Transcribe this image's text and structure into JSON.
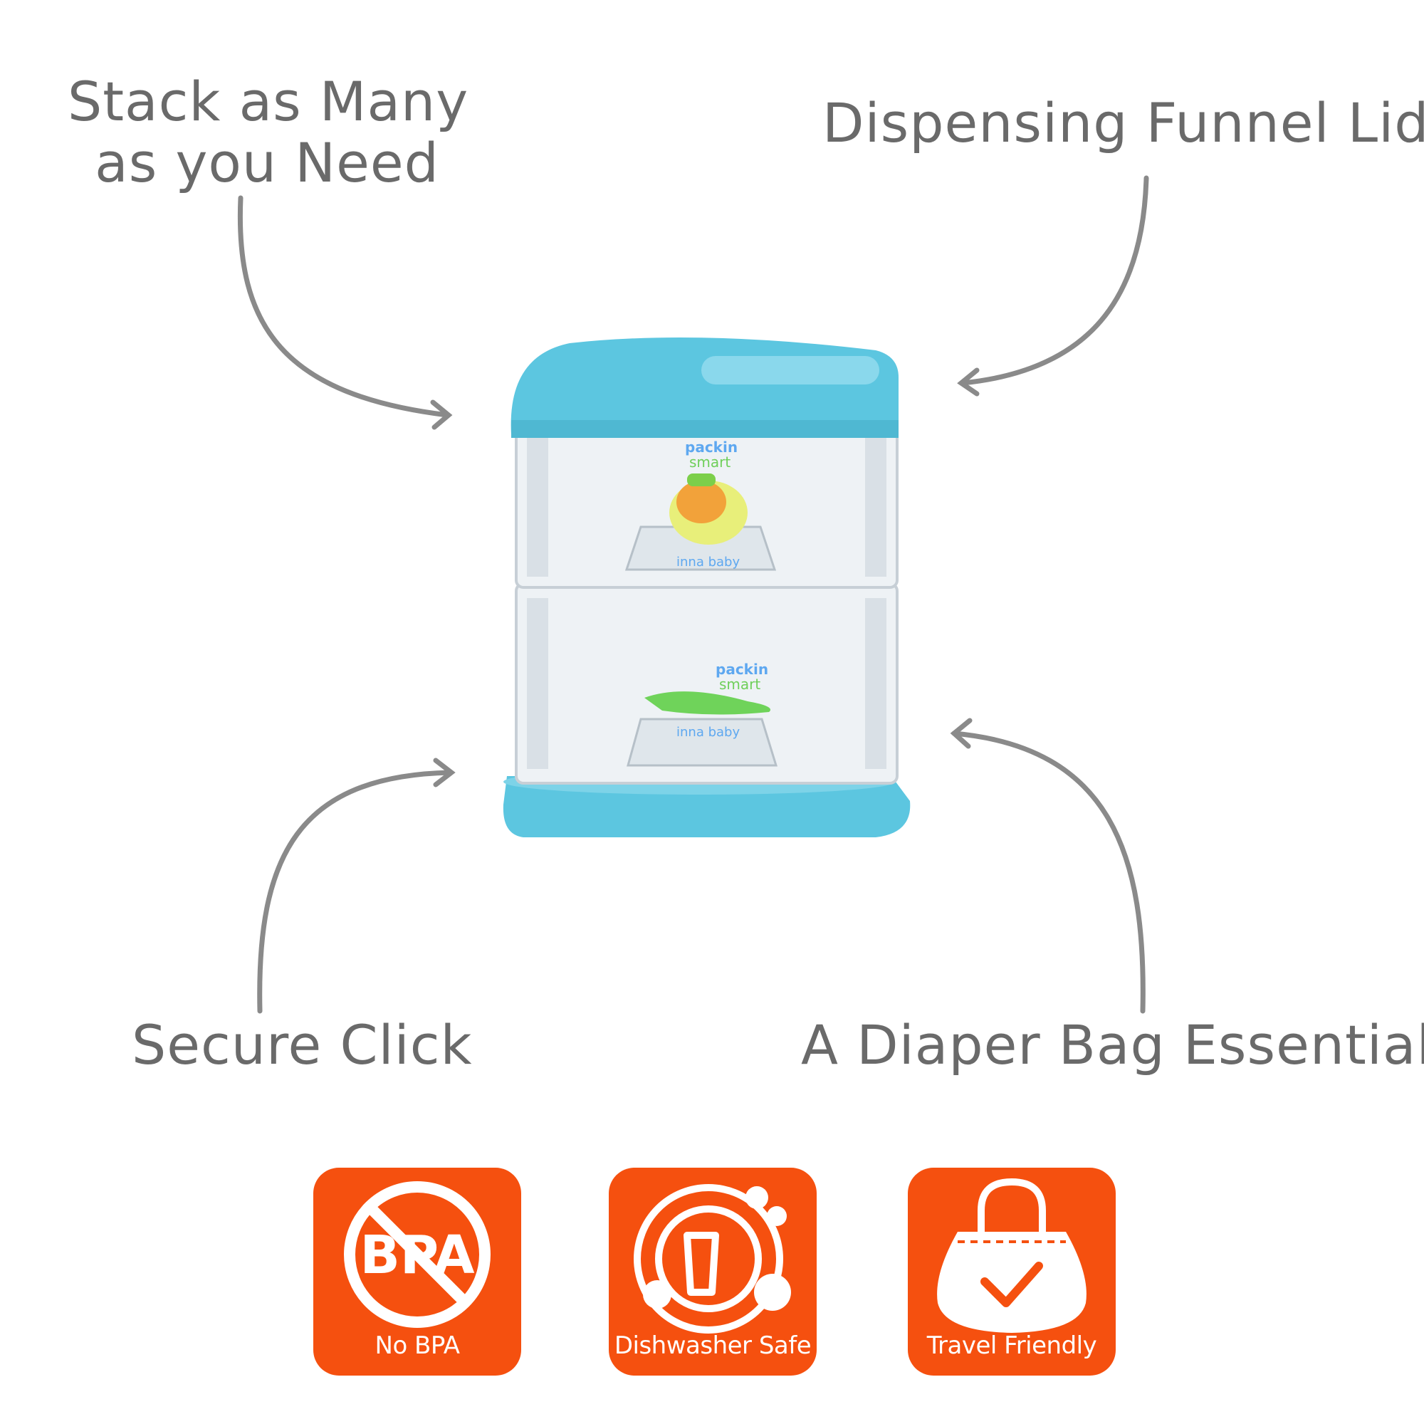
{
  "callouts": {
    "stack_line1": "Stack as Many",
    "stack_line2": "as you Need",
    "funnel": "Dispensing Funnel Lid",
    "secure": "Secure Click",
    "diaper": "A Diaper Bag Essential"
  },
  "product": {
    "brand_top": "packin",
    "brand_bottom": "smart",
    "sub_brand": "inna baby"
  },
  "badges": [
    {
      "icon": "no-bpa-icon",
      "icon_text": "BPA",
      "label": "No BPA"
    },
    {
      "icon": "dishwasher-icon",
      "label": "Dishwasher Safe"
    },
    {
      "icon": "handbag-check-icon",
      "label": "Travel Friendly"
    }
  ],
  "colors": {
    "badge": "#f5500f",
    "container_blue": "#5cc6e0",
    "arrow": "#8a8a8a",
    "text": "#6a6a6a"
  }
}
